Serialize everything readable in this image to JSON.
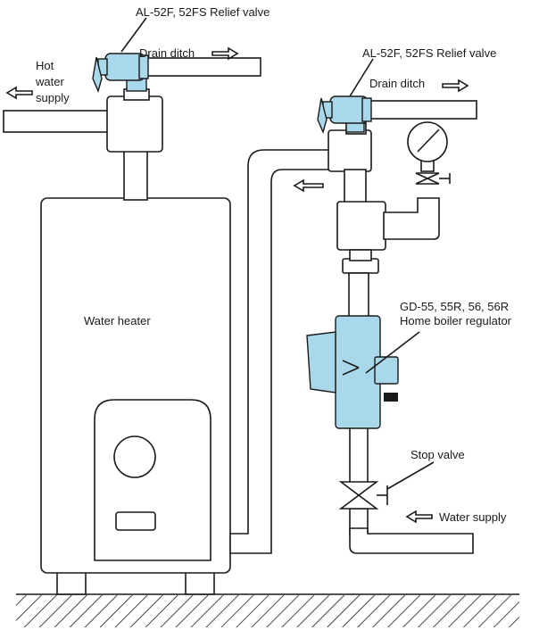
{
  "labels": {
    "relief_valve_left": "AL-52F, 52FS Relief valve",
    "relief_valve_right": "AL-52F, 52FS Relief valve",
    "drain_ditch_left": "Drain ditch",
    "drain_ditch_right": "Drain ditch",
    "hot_water_line1": "Hot",
    "hot_water_line2": "water",
    "hot_water_line3": "supply",
    "water_heater": "Water heater",
    "regulator_line1": "GD-55, 55R, 56, 56R",
    "regulator_line2": "Home boiler regulator",
    "stop_valve": "Stop valve",
    "water_supply": "Water supply"
  },
  "colors": {
    "valve_fill": "#a9d8ea",
    "line": "#1a1a1a",
    "background": "#ffffff"
  }
}
